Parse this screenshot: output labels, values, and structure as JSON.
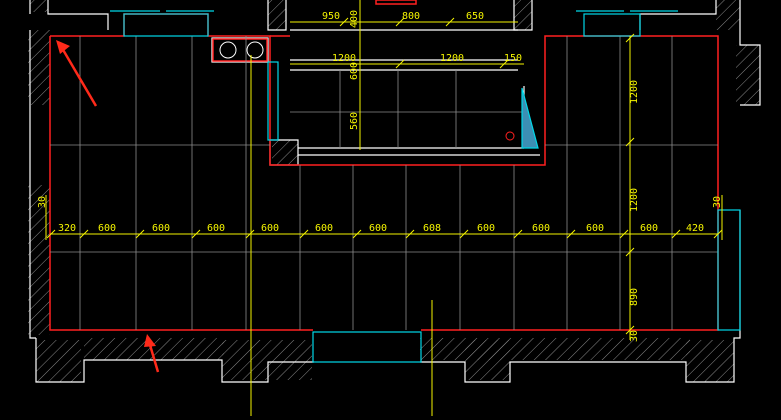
{
  "colors": {
    "background": "#000000",
    "wall": "#ffffff",
    "room_outline": "#ff2020",
    "grid": "#9a9a9a",
    "dimension": "#f5f500",
    "window": "#00d8e8",
    "annotation_arrow": "#ff2a1a"
  },
  "dimensions": {
    "top_row": [
      "950",
      "800",
      "650"
    ],
    "inner_row": [
      "1200",
      "1200",
      "150"
    ],
    "inner_vertical": [
      "400",
      "600",
      "560"
    ],
    "main_row": [
      "320",
      "600",
      "600",
      "600",
      "600",
      "600",
      "600",
      "608",
      "600",
      "600",
      "600",
      "600",
      "420"
    ],
    "left_edge": "30",
    "right_edge": "30",
    "right_vertical": [
      "1200",
      "1200",
      "890"
    ],
    "right_bottom_small": "30"
  },
  "icons": {
    "arrow_top_left": "red-arrow-icon",
    "arrow_bottom": "red-arrow-icon",
    "floor_drain_1": "floor-drain-icon",
    "floor_drain_2": "floor-drain-icon"
  }
}
